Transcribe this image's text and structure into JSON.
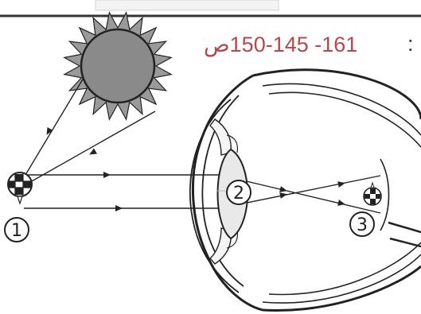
{
  "header": {
    "page_ref": "161- 150-145ص",
    "colon": ":"
  },
  "labels": {
    "object": "1",
    "lens": "2",
    "image": "3"
  },
  "colors": {
    "sun": "#8a8a8a",
    "ink": "#222222",
    "page_ref": "#b5474e"
  },
  "icons": [
    "sun-icon",
    "checkered-ball-icon",
    "inverted-ball-icon",
    "arrow-icon"
  ]
}
